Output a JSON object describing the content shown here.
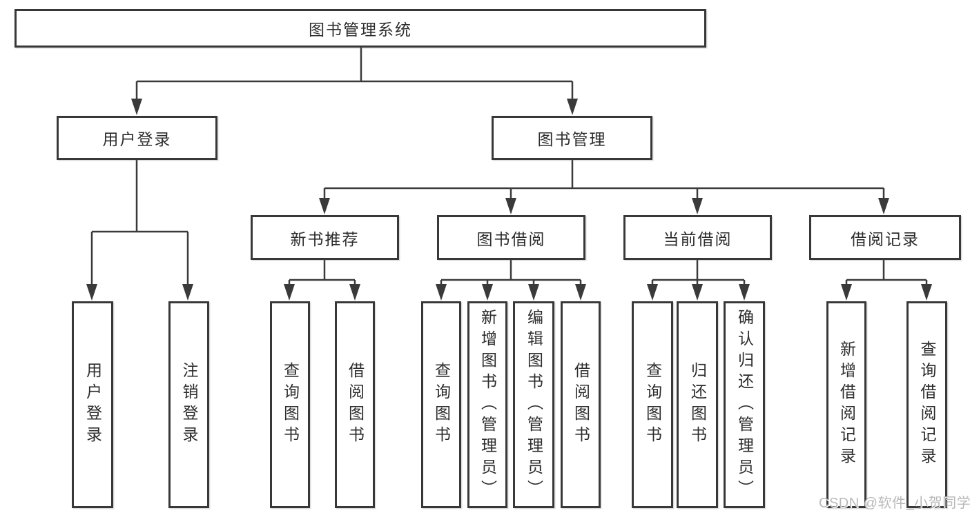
{
  "diagram": {
    "title": "图书管理系统",
    "branches": [
      {
        "label": "用户登录",
        "children": [
          "用户登录",
          "注销登录"
        ]
      },
      {
        "label": "图书管理",
        "groups": [
          {
            "label": "新书推荐",
            "children": [
              "查询图书",
              "借阅图书"
            ]
          },
          {
            "label": "图书借阅",
            "children": [
              "查询图书",
              "新增图书（管理员）",
              "编辑图书（管理员）",
              "借阅图书"
            ]
          },
          {
            "label": "当前借阅",
            "children": [
              "查询图书",
              "归还图书",
              "确认归还（管理员）"
            ]
          },
          {
            "label": "借阅记录",
            "children": [
              "新增借阅记录",
              "查询借阅记录"
            ]
          }
        ]
      }
    ]
  },
  "colors": {
    "line": "#3a3a3a",
    "box_border": "#383838",
    "text": "#2d2d2d",
    "watermark": "#b9b9b9",
    "background": "#ffffff"
  },
  "watermark": {
    "text": "CSDN @软件_小贺同学"
  }
}
